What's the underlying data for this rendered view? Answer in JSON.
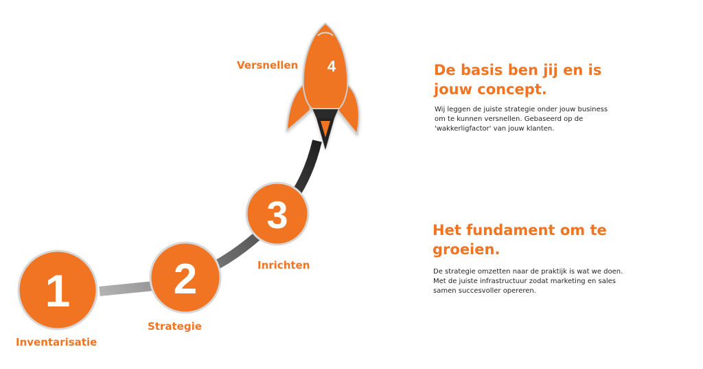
{
  "colors": {
    "accent": "#f07422",
    "path_light": "#aaaaaa",
    "path_dark": "#2a2a2a",
    "text": "#222222",
    "number": "#ffffff"
  },
  "steps": [
    {
      "number": "1",
      "label": "Inventarisatie"
    },
    {
      "number": "2",
      "label": "Strategie"
    },
    {
      "number": "3",
      "label": "Inrichten"
    },
    {
      "number": "4",
      "label": "Versnellen"
    }
  ],
  "sections": [
    {
      "heading": "De basis ben jij en is jouw concept.",
      "body": "Wij leggen de juiste strategie onder jouw business om te kunnen versnellen. Gebaseerd op de 'wakkerligfactor' van jouw klanten."
    },
    {
      "heading": "Het fundament om te groeien.",
      "body": "De strategie omzetten naar de praktijk is wat we doen. Met de juiste infrastructuur zodat marketing en sales samen succesvoller opereren."
    }
  ],
  "icons": {
    "rocket": "rocket-icon"
  }
}
